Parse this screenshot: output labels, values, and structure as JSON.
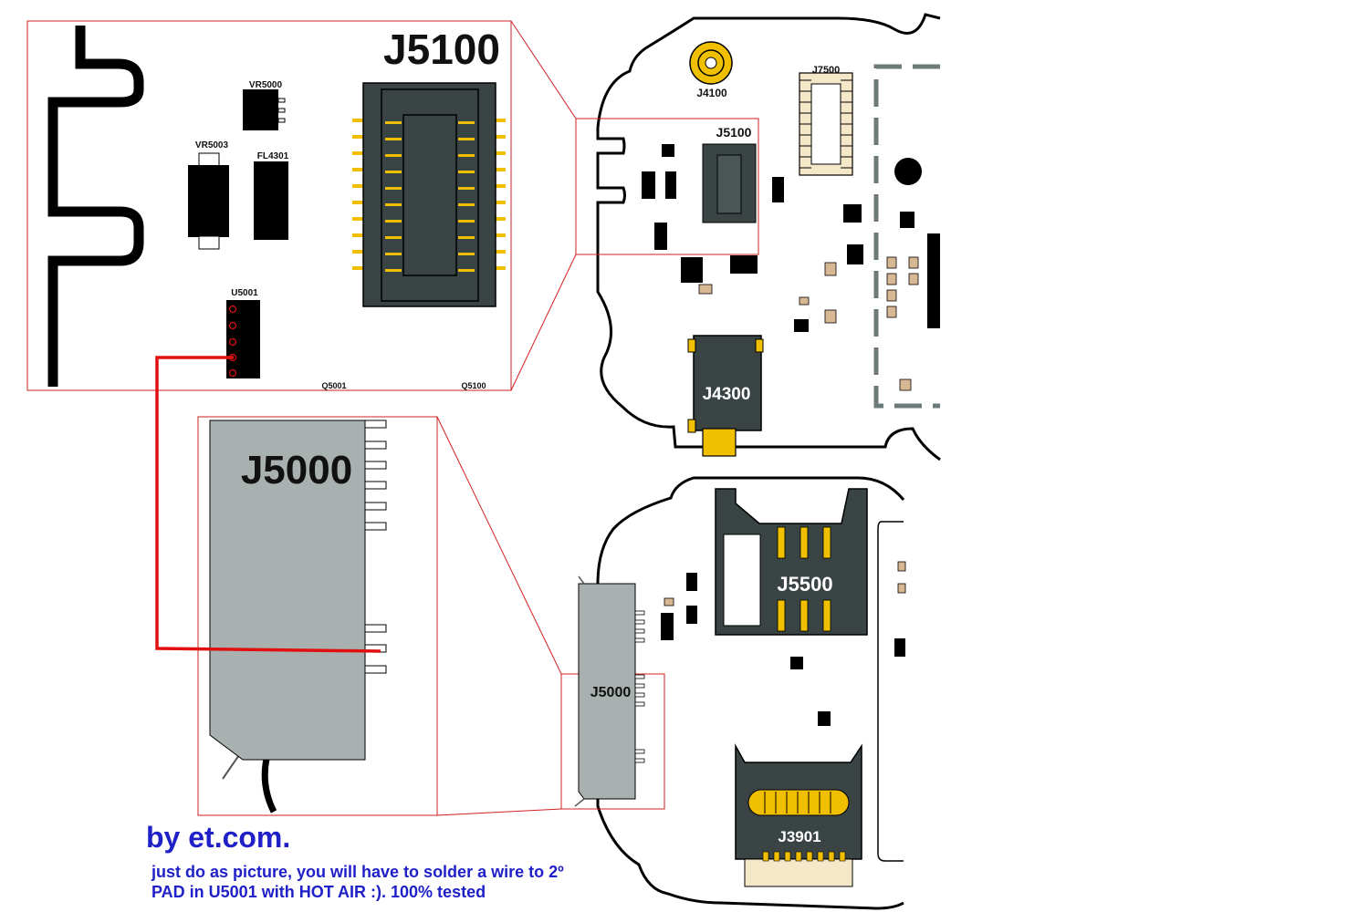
{
  "zoom_top": {
    "title": "J5100",
    "components": [
      "VR5000",
      "VR5003",
      "FL4301",
      "U5001",
      "Q5001",
      "Q5100"
    ]
  },
  "zoom_bottom": {
    "title": "J5000"
  },
  "board_top": {
    "labels": [
      "J4100",
      "J7500",
      "J5100",
      "J4300"
    ]
  },
  "board_bottom": {
    "labels": [
      "J5500",
      "J5000",
      "J3901"
    ]
  },
  "caption": {
    "credit": "by et.com.",
    "line1": "just do as picture, you will have to solder a wire to 2º",
    "line2": "PAD  in U5001 with HOT AIR :). 100% tested"
  },
  "colors": {
    "outline_red": "#d22020",
    "wire_red": "#e01010",
    "component_dark": "#3a4444",
    "connector_gray": "#a9b0b0",
    "pin_gold": "#f0c000",
    "caption_blue": "#2020c8",
    "cap_tan": "#d8b894"
  }
}
